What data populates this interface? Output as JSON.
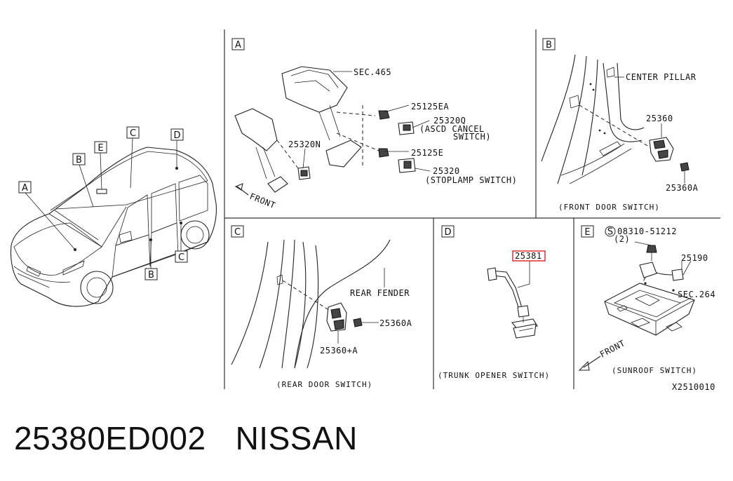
{
  "panels": {
    "A": {
      "letter": "A"
    },
    "B": {
      "letter": "B"
    },
    "C": {
      "letter": "C"
    },
    "D": {
      "letter": "D"
    },
    "E": {
      "letter": "E"
    }
  },
  "car_callouts": [
    "A",
    "B",
    "B",
    "C",
    "C",
    "D",
    "E"
  ],
  "panel_a": {
    "labels": [
      "SEC.465",
      "25125EA",
      "25320Q",
      "(ASCD CANCEL",
      "SWITCH)",
      "25320N",
      "25125E",
      "25320",
      "(STOPLAMP SWITCH)",
      "FRONT"
    ]
  },
  "panel_b": {
    "labels": [
      "CENTER PILLAR",
      "25360",
      "25360A"
    ],
    "caption": "(FRONT DOOR SWITCH)"
  },
  "panel_c": {
    "labels": [
      "REAR FENDER",
      "25360A",
      "25360+A"
    ],
    "caption": "(REAR DOOR SWITCH)"
  },
  "panel_d": {
    "labels": [
      "25381"
    ],
    "caption": "(TRUNK OPENER SWITCH)"
  },
  "panel_e": {
    "labels": [
      "S",
      "08310-51212",
      "(2)",
      "25190",
      "SEC.264",
      "FRONT"
    ],
    "caption": "(SUNROOF SWITCH)"
  },
  "diagram_code": "X2510010",
  "footer": {
    "part_number": "25380ED002",
    "brand": "NISSAN"
  }
}
